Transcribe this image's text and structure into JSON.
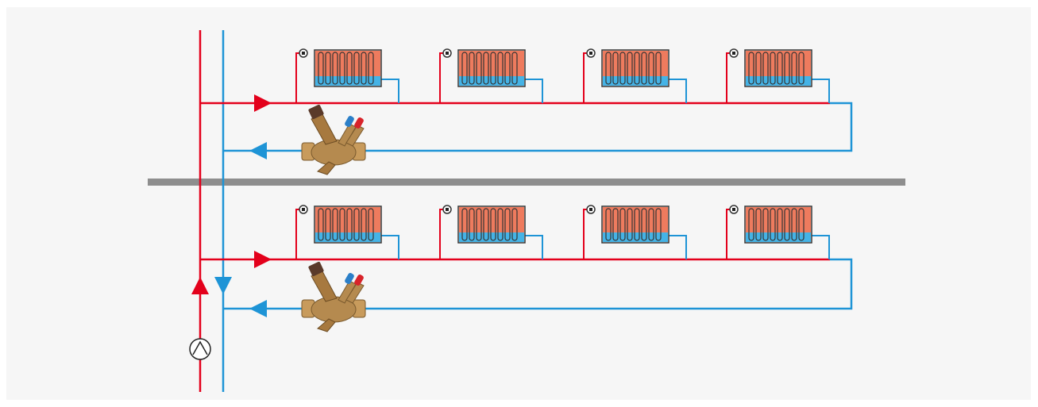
{
  "diagram": {
    "type": "two-pipe heating schematic",
    "colors": {
      "supply": "#e3001b",
      "return": "#1e94d6",
      "floor_slab": "#8e8e8e",
      "radiator_hot": "#ee7b5e",
      "radiator_cool": "#45b3e6",
      "panel_background": "#f6f6f6",
      "valve_brass": "#b58a4f"
    },
    "floors": [
      {
        "id": "upper",
        "radiators": 4,
        "balancing_valve": true
      },
      {
        "id": "lower",
        "radiators": 4,
        "balancing_valve": true
      }
    ],
    "components": [
      "supply-riser",
      "return-riser",
      "circulation-pump",
      "floor-slab",
      "radiator",
      "thermostatic-head",
      "balancing-valve",
      "flow-arrow"
    ]
  }
}
